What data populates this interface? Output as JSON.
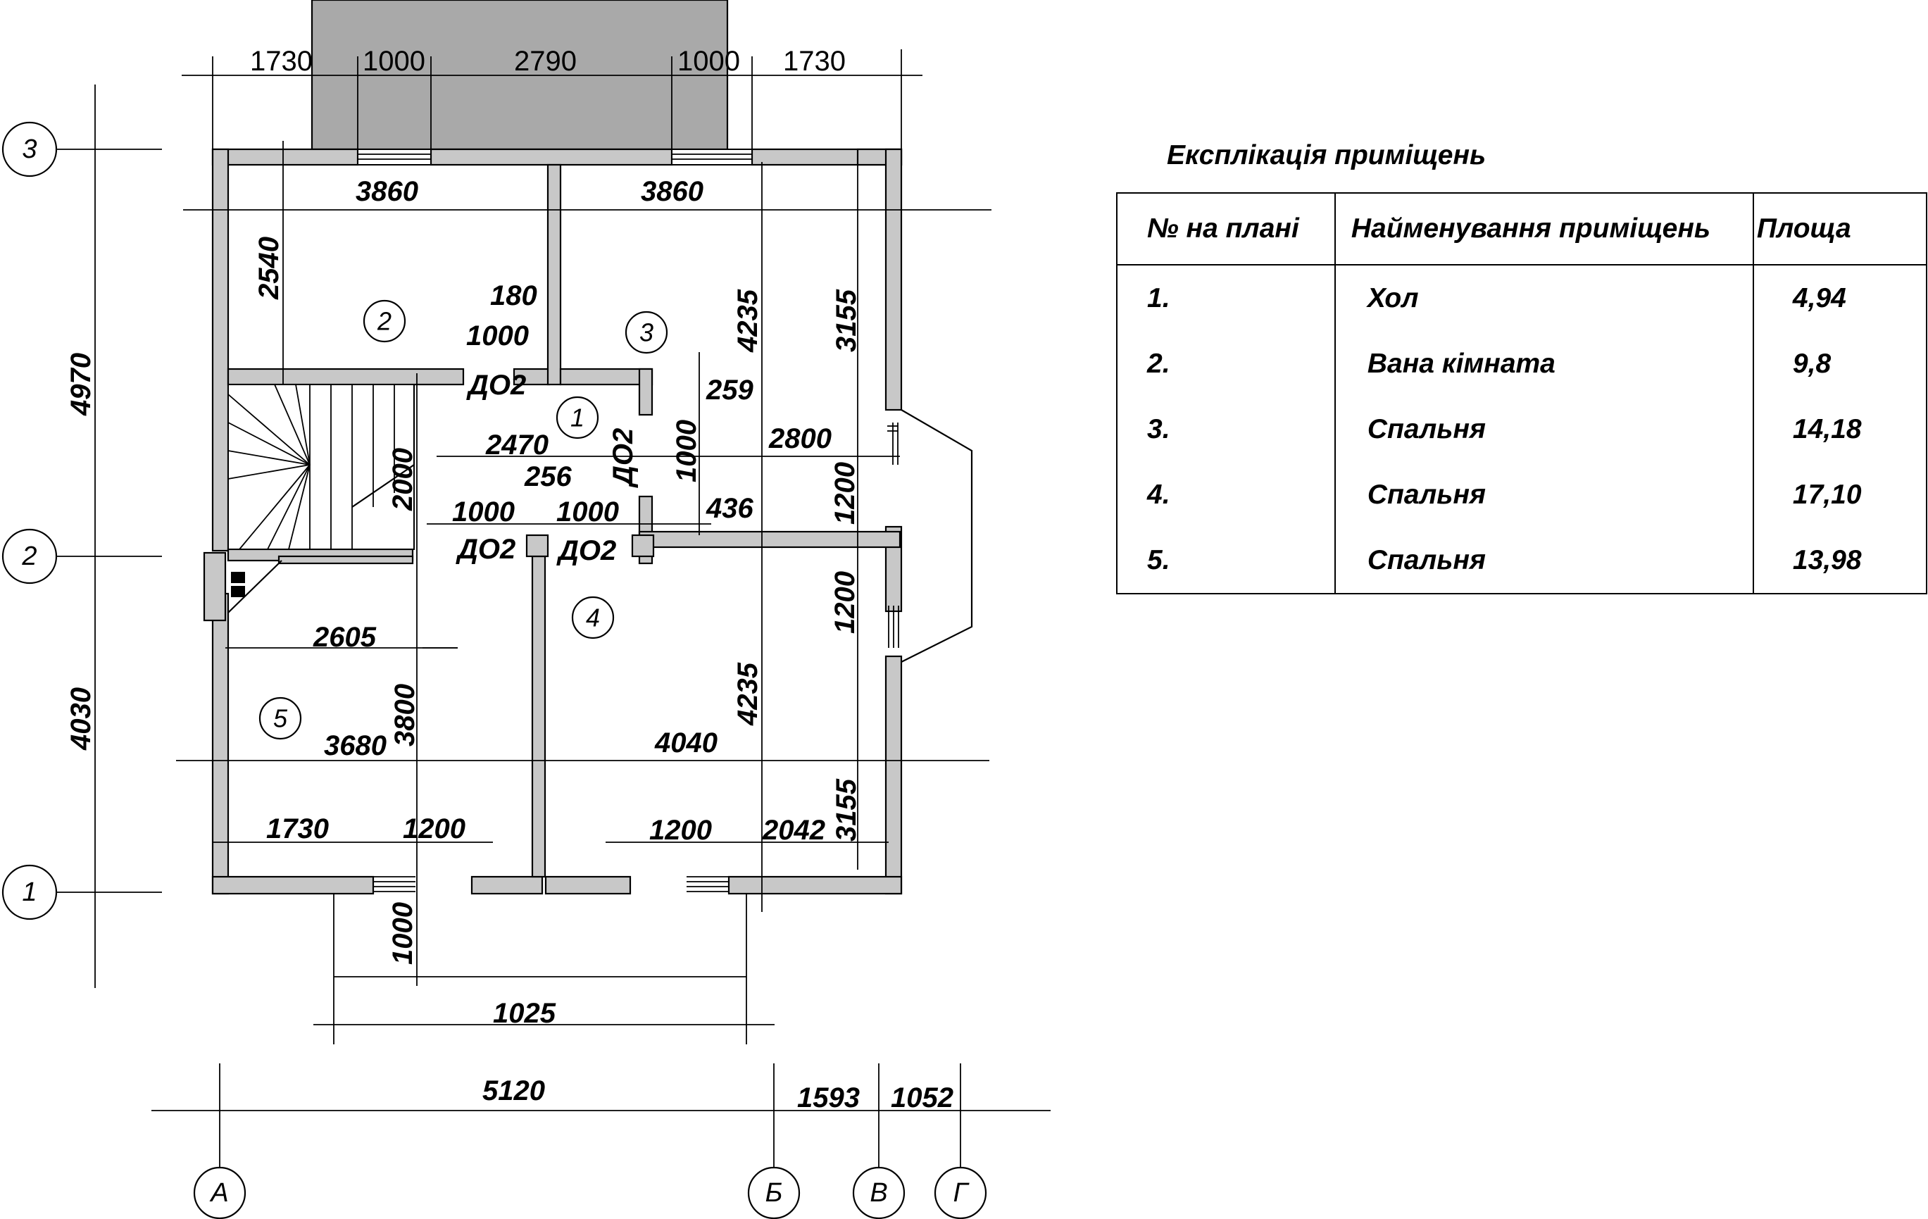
{
  "plan": {
    "dimensions": {
      "top_1": "1730",
      "top_2": "1000",
      "top_3": "2790",
      "top_4": "1000",
      "top_5": "1730",
      "room2_w": "3860",
      "room3_w": "3860",
      "room2_h": "2540",
      "d180": "180",
      "d1000a": "1000",
      "left_total_top": "4970",
      "left_total_bot": "4030",
      "d4235a": "4235",
      "d3155a": "3155",
      "d259": "259",
      "d1000v": "1000",
      "d2470": "2470",
      "d2800": "2800",
      "d256": "256",
      "d2000": "2000",
      "d1000b": "1000",
      "d1000c": "1000",
      "d436": "436",
      "d1200a": "1200",
      "d1200b": "1200",
      "d2605": "2605",
      "d3800": "3800",
      "d3680": "3680",
      "d4040": "4040",
      "d4235b": "4235",
      "d3155b": "3155",
      "d1730b": "1730",
      "d1200c": "1200",
      "d1200d": "1200",
      "d2042": "2042",
      "d1000porch": "1000",
      "d1025": "1025",
      "bot_1": "5120",
      "bot_2": "1593",
      "bot_3": "1052"
    },
    "door_labels": {
      "do2_a": "ДО2",
      "do2_b": "ДО2",
      "do2_c": "ДО2",
      "do2_d": "ДО2"
    },
    "room_markers": [
      "1",
      "2",
      "3",
      "4",
      "5"
    ],
    "axes_rows": [
      "3",
      "2",
      "1"
    ],
    "axes_cols": [
      "А",
      "Б",
      "В",
      "Г"
    ]
  },
  "legend": {
    "title": "Експлікація приміщень",
    "headers": [
      "№ на плані",
      "Найменування приміщень",
      "Площа"
    ],
    "rows": [
      {
        "num": "1.",
        "name": "Хол",
        "area": "4,94"
      },
      {
        "num": "2.",
        "name": "Вана кімната",
        "area": "9,8"
      },
      {
        "num": "3.",
        "name": "Спальня",
        "area": "14,18"
      },
      {
        "num": "4.",
        "name": "Спальня",
        "area": "17,10"
      },
      {
        "num": "5.",
        "name": "Спальня",
        "area": "13,98"
      }
    ]
  },
  "colors": {
    "wall_fill": "#c8c8c8",
    "porch_fill": "#a9a9a9",
    "line": "#000000"
  }
}
